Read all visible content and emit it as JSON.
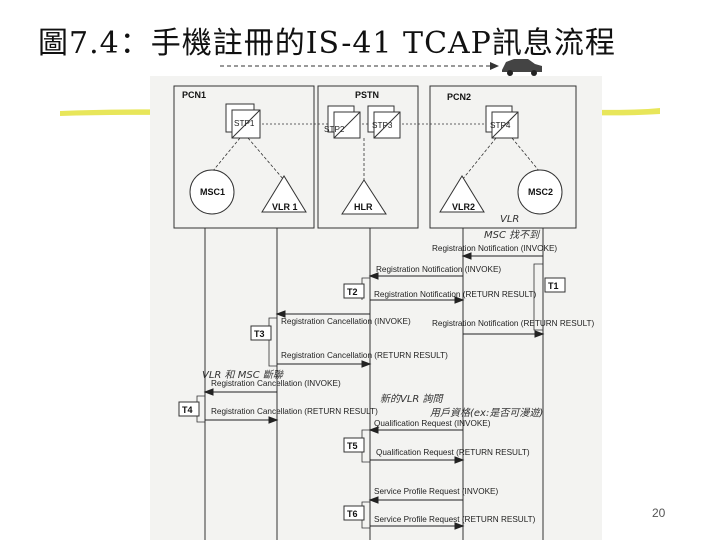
{
  "slide": {
    "title": "圖7.4：手機註冊的IS-41 TCAP訊息流程",
    "page_number": "20"
  },
  "network": {
    "pcn1": "PCN1",
    "pstn": "PSTN",
    "pcn2": "PCN2",
    "stp1": "STP1",
    "stp2": "STP2",
    "stp3": "STP3",
    "stp4": "STP4",
    "msc1": "MSC1",
    "vlr1": "VLR 1",
    "hlr": "HLR",
    "vlr2": "VLR2",
    "msc2": "MSC2"
  },
  "timers": [
    "T1",
    "T2",
    "T3",
    "T4",
    "T5",
    "T6"
  ],
  "messages": [
    "Registration Notification (INVOKE)",
    "Registration Notification (INVOKE)",
    "Registration Notification (RETURN RESULT)",
    "Registration Cancellation (INVOKE)",
    "Registration Notification (RETURN RESULT)",
    "Registration Cancellation (RETURN RESULT)",
    "Registration Cancellation (INVOKE)",
    "Registration Cancellation (RETURN RESULT)",
    "Qualification Request (INVOKE)",
    "Qualification Request (RETURN RESULT)",
    "Service Profile Request (INVOKE)",
    "Service Profile Request (RETURN RESULT)"
  ],
  "annotations": {
    "vlr_top": "VLR",
    "msc_reg": "MSC 找不到",
    "vlr_msc": "VLR 和 MSC 斷聯",
    "qualify_1": "新的VLR 詢問",
    "qualify_2": "用戶資格(ex:是否可漫遊)"
  },
  "colors": {
    "underline": "#e8e65a",
    "scan_bg": "#f3f3f1",
    "ink": "#222222"
  }
}
